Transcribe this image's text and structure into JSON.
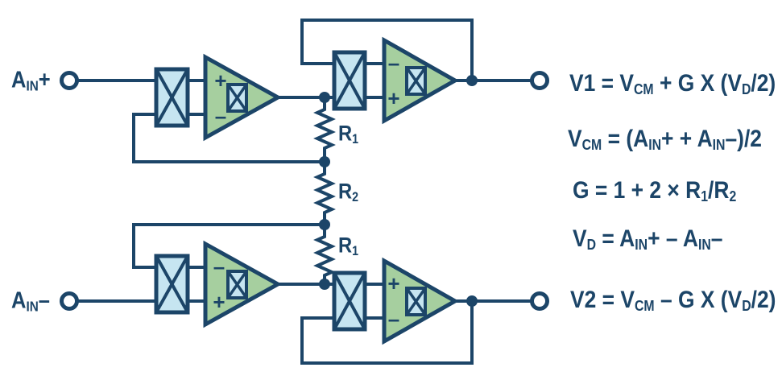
{
  "colors": {
    "navy": "#1c4568",
    "chopper_blue": "#c6e5f1",
    "amp_green": "#a6cf9f",
    "background": "#ffffff"
  },
  "labels": {
    "ain_plus": [
      {
        "t": "A"
      },
      {
        "t": "IN",
        "sub": true
      },
      {
        "t": "+"
      }
    ],
    "ain_minus": [
      {
        "t": "A"
      },
      {
        "t": "IN",
        "sub": true
      },
      {
        "t": "–"
      }
    ],
    "r1_top": [
      {
        "t": "R"
      },
      {
        "t": "1",
        "sub": true
      }
    ],
    "r2": [
      {
        "t": "R"
      },
      {
        "t": "2",
        "sub": true
      }
    ],
    "r1_bottom": [
      {
        "t": "R"
      },
      {
        "t": "1",
        "sub": true
      }
    ]
  },
  "amp_inputs": {
    "amp1": {
      "top": "+",
      "bottom": "–"
    },
    "amp2": {
      "top": "–",
      "bottom": "+"
    },
    "amp3": {
      "top": "–",
      "bottom": "+"
    },
    "amp4": {
      "top": "+",
      "bottom": "–"
    }
  },
  "equations": {
    "v1": [
      {
        "t": "V1 = V"
      },
      {
        "t": "CM",
        "sub": true
      },
      {
        "t": " + G X (V"
      },
      {
        "t": "D",
        "sub": true
      },
      {
        "t": "/2)"
      }
    ],
    "vcm": [
      {
        "t": "V"
      },
      {
        "t": "CM",
        "sub": true
      },
      {
        "t": " = (A"
      },
      {
        "t": "IN",
        "sub": true
      },
      {
        "t": "+ + A"
      },
      {
        "t": "IN",
        "sub": true
      },
      {
        "t": "–)/2"
      }
    ],
    "g": [
      {
        "t": "G = 1 + 2 × R"
      },
      {
        "t": "1",
        "sub": true
      },
      {
        "t": "/R"
      },
      {
        "t": "2",
        "sub": true
      }
    ],
    "vd": [
      {
        "t": "V"
      },
      {
        "t": "D",
        "sub": true
      },
      {
        "t": " = A"
      },
      {
        "t": "IN",
        "sub": true
      },
      {
        "t": "+ – A"
      },
      {
        "t": "IN",
        "sub": true
      },
      {
        "t": "–"
      }
    ],
    "v2": [
      {
        "t": "V2 = V"
      },
      {
        "t": "CM",
        "sub": true
      },
      {
        "t": " – G X (V"
      },
      {
        "t": "D",
        "sub": true
      },
      {
        "t": "/2)"
      }
    ]
  }
}
